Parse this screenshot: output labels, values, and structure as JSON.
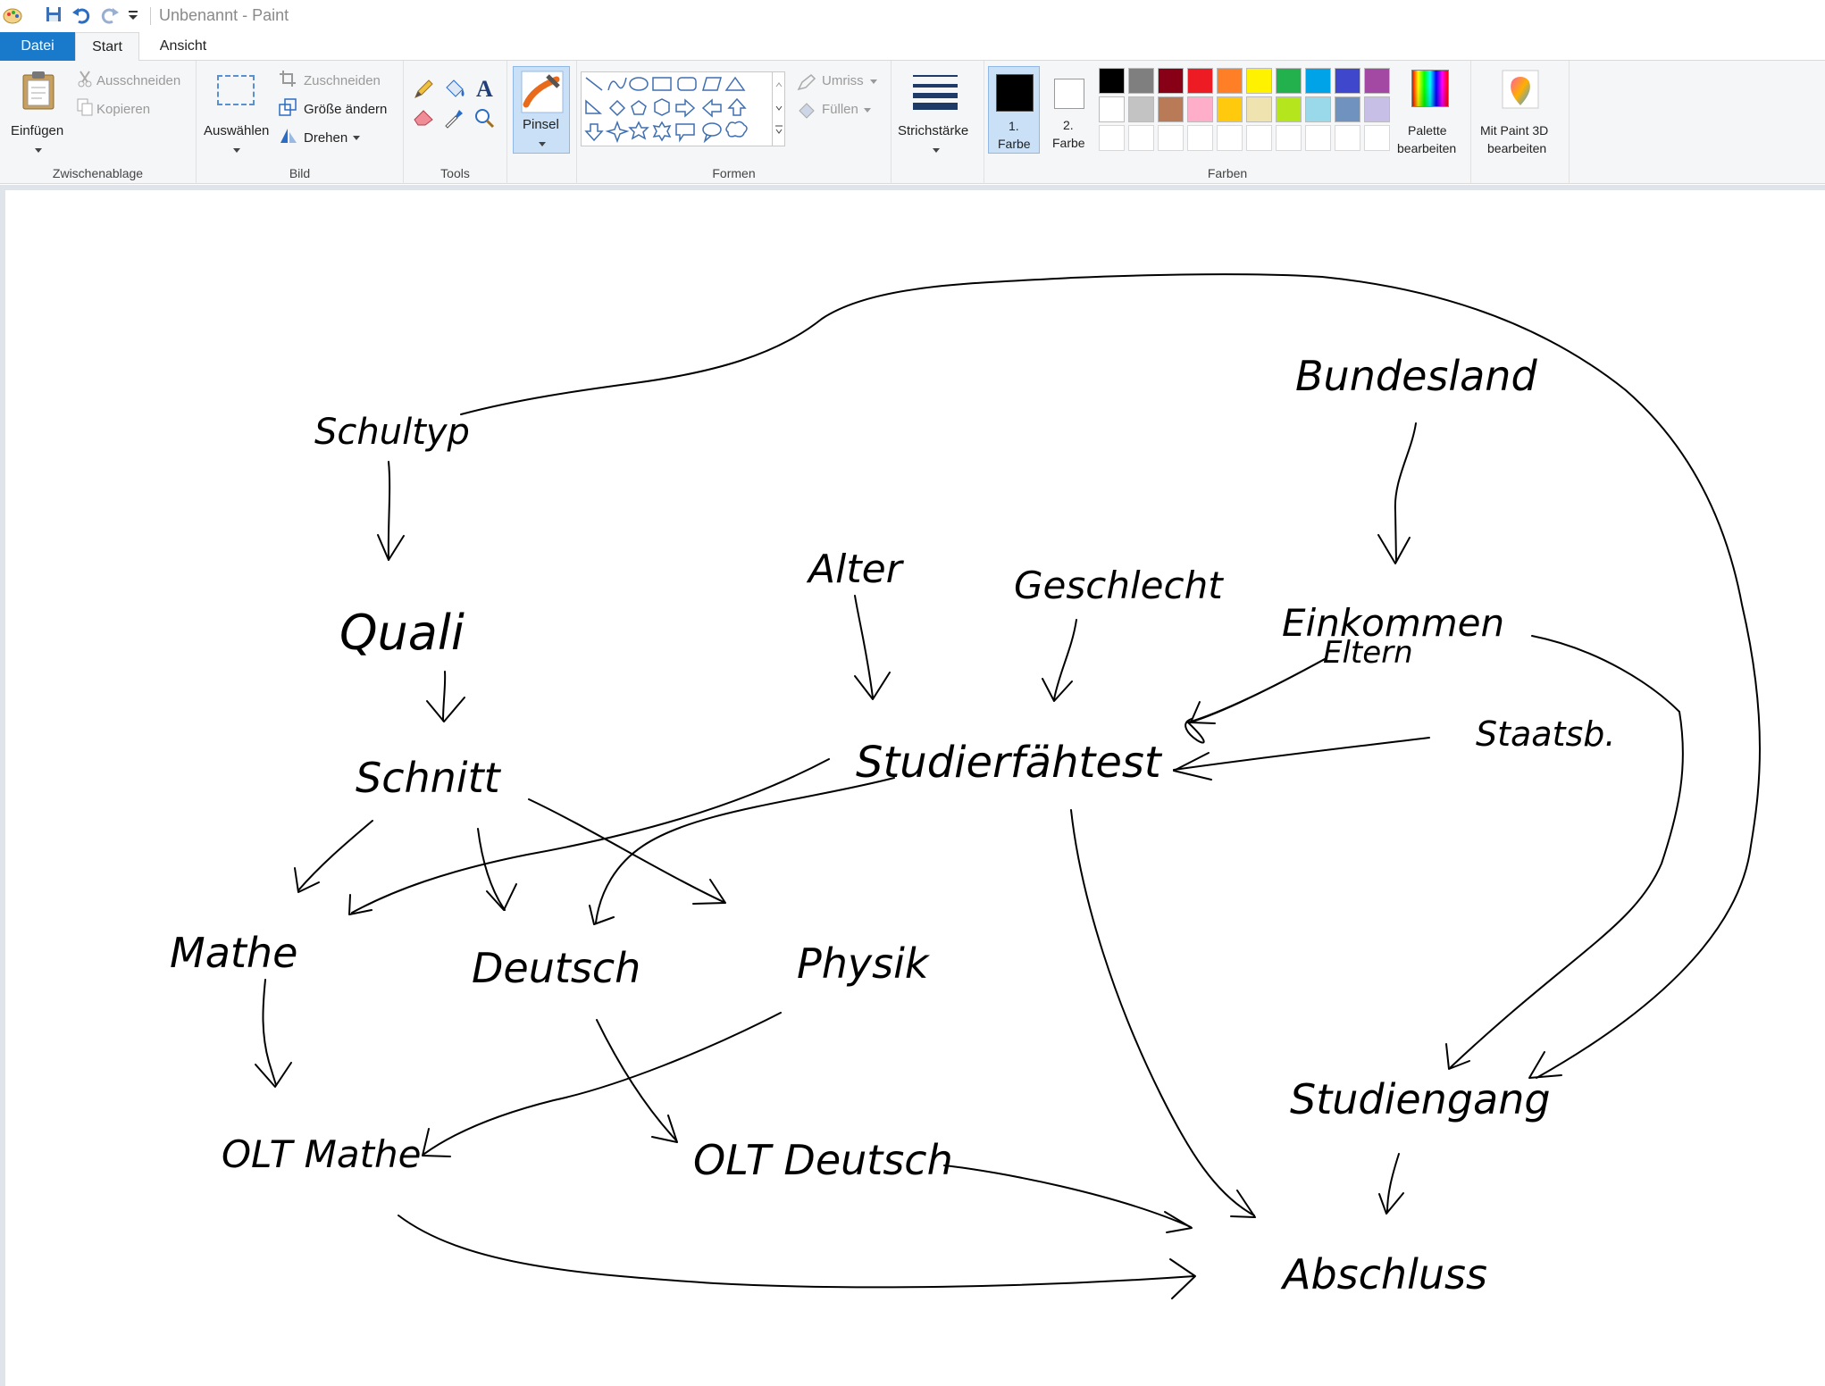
{
  "window": {
    "title": "Unbenannt - Paint"
  },
  "tabs": {
    "file": "Datei",
    "start": "Start",
    "view": "Ansicht"
  },
  "clipboard": {
    "paste": "Einfügen",
    "cut": "Ausschneiden",
    "copy": "Kopieren",
    "label": "Zwischenablage"
  },
  "image": {
    "select": "Auswählen",
    "crop": "Zuschneiden",
    "resize": "Größe ändern",
    "rotate": "Drehen",
    "label": "Bild"
  },
  "tools": {
    "label": "Tools"
  },
  "brushes": {
    "label": "Pinsel"
  },
  "shapes": {
    "outline": "Umriss",
    "fill": "Füllen",
    "label": "Formen"
  },
  "stroke": {
    "label": "Strichstärke"
  },
  "colors": {
    "color1_a": "1.",
    "color1_b": "Farbe",
    "color2_a": "2.",
    "color2_b": "Farbe",
    "edit_palette_a": "Palette",
    "edit_palette_b": "bearbeiten",
    "label": "Farben",
    "color1": "#000000",
    "color2": "#ffffff",
    "row1": [
      "#000000",
      "#7f7f7f",
      "#880015",
      "#ed1c24",
      "#ff7f27",
      "#fff200",
      "#22b14c",
      "#00a2e8",
      "#3f48cc",
      "#a349a4"
    ],
    "row2": [
      "#ffffff",
      "#c3c3c3",
      "#b97a57",
      "#ffaec9",
      "#ffc90e",
      "#efe4b0",
      "#b5e61d",
      "#99d9ea",
      "#7092be",
      "#c8bfe7"
    ]
  },
  "paint3d": {
    "a": "Mit Paint 3D",
    "b": "bearbeiten"
  },
  "diagram": {
    "schultyp": "Schultyp",
    "quali": "Quali",
    "schnitt": "Schnitt",
    "mathe": "Mathe",
    "deutsch": "Deutsch",
    "physik": "Physik",
    "olt_mathe": "OLT Mathe",
    "olt_deutsch": "OLT Deutsch",
    "alter": "Alter",
    "geschlecht": "Geschlecht",
    "studierfaehtest": "Studierfähtest",
    "einkommen": "Einkommen",
    "eltern": "Eltern",
    "staatsb": "Staatsb.",
    "bundesland": "Bundesland",
    "studiengang": "Studiengang",
    "abschluss": "Abschluss"
  }
}
